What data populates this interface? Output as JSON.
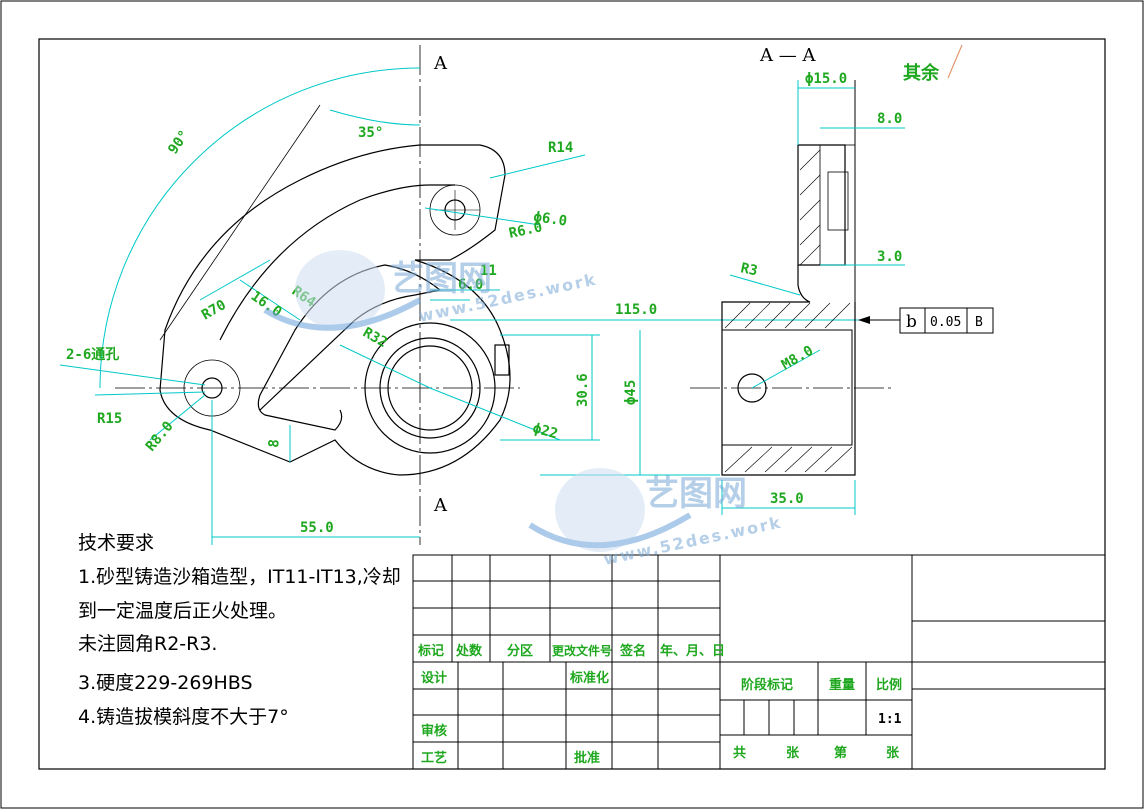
{
  "section_labels": {
    "a_top": "A",
    "a_bottom": "A",
    "section_title": "A — A",
    "remaining": "其余"
  },
  "dimensions": {
    "angle_90": "90°",
    "angle_35": "35°",
    "r14": "R14",
    "phi6": "ϕ6.0",
    "r6": "R6.0",
    "d11": "11",
    "d6": "6.0",
    "d16": "16.0",
    "r64": "R64",
    "r70": "R70",
    "r32": "R32",
    "holes": "2-6通孔",
    "r15": "R15",
    "r8": "R8.0",
    "d8": "8",
    "d55": "55.0",
    "d115": "115.0",
    "d30_6": "30.6",
    "phi45": "ϕ45",
    "phi22": "ϕ22",
    "phi15": "ϕ15.0",
    "d8_0": "8.0",
    "d3_0": "3.0",
    "r3": "R3",
    "m8": "M8.0",
    "d35": "35.0"
  },
  "tolerance_frame": {
    "symbol": "b",
    "value": "0.05",
    "datum": "B"
  },
  "notes": {
    "title": "技术要求",
    "line1": "1.砂型铸造沙箱造型，IT11-IT13,冷却",
    "line2": "到一定温度后正火处理。",
    "line3": "未注圆角R2-R3.",
    "line4": "3.硬度229-269HBS",
    "line5": "4.铸造拔模斜度不大于7°"
  },
  "title_block": {
    "mark": "标记",
    "count": "处数",
    "zone": "分区",
    "doc_no": "更改文件号",
    "sign": "签名",
    "date": "年、月、日",
    "design": "设计",
    "standard": "标准化",
    "review": "审核",
    "process": "工艺",
    "approve": "批准",
    "stage": "阶段标记",
    "weight": "重量",
    "scale": "比例",
    "scale_value": "1:1",
    "total": "共",
    "sheet1": "张",
    "nth": "第",
    "sheet2": "张"
  },
  "watermark": {
    "brand": "艺图网",
    "url": "www.52des.work"
  }
}
